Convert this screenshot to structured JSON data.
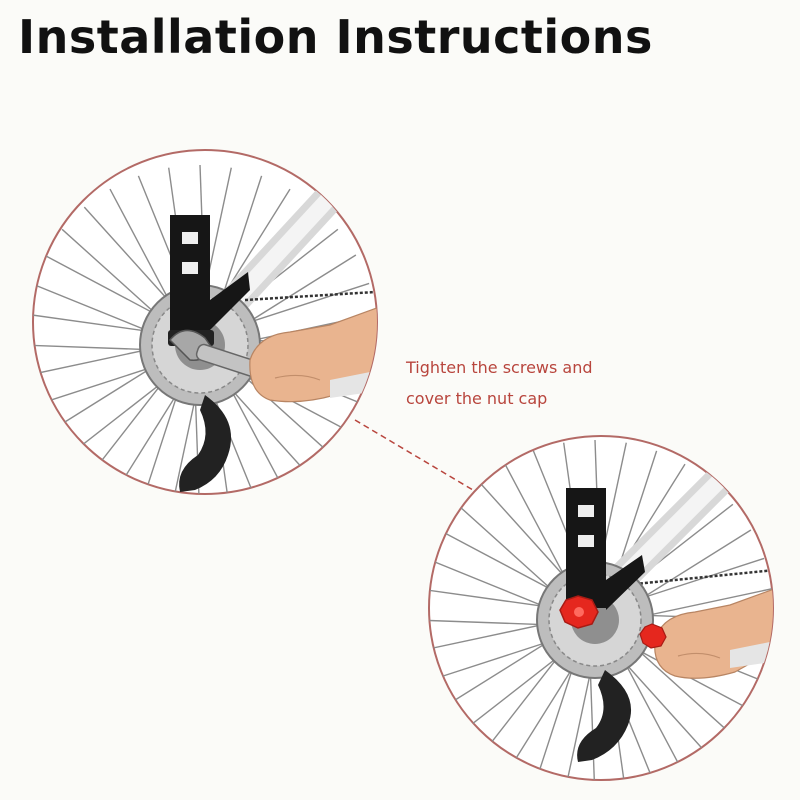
{
  "title": "Installation Instructions",
  "caption": {
    "line1": "Tighten the screws and",
    "line2": "cover the nut cap"
  },
  "colors": {
    "caption": "#b8453d",
    "rim": "#b36a66",
    "spoke": "#8c8c8c",
    "mount": "#161616",
    "cap": "#e5271e",
    "wrench": "#b9b9b9",
    "skin": "#e9b48f"
  }
}
